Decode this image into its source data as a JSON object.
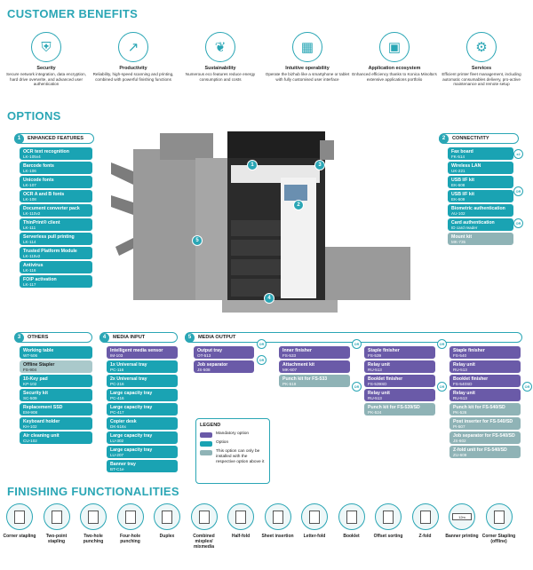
{
  "title_benefits": "CUSTOMER BENEFITS",
  "benefits": [
    {
      "title": "Security",
      "desc": "Secure network integration, data encryption, hard drive overwrite, and advanced user authentication",
      "icon": "shield-icon"
    },
    {
      "title": "Productivity",
      "desc": "Reliability, high-speed scanning and printing, combined with powerful finishing functions",
      "icon": "chart-icon"
    },
    {
      "title": "Sustainability",
      "desc": "Numerous eco features reduce energy consumption and costs",
      "icon": "leaf-icon"
    },
    {
      "title": "Intuitive operability",
      "desc": "Operate the bizhub like a smartphone or tablet with fully customised user interface",
      "icon": "grid-icon"
    },
    {
      "title": "Application ecosystem",
      "desc": "Enhanced efficiency thanks to Konica Minolta's extensive applications portfolio",
      "icon": "apps-icon"
    },
    {
      "title": "Services",
      "desc": "Efficient printer fleet management, including automatic consumables delivery, pro-active maintenance and remote setup",
      "icon": "services-icon"
    }
  ],
  "title_options": "OPTIONS",
  "enhanced": {
    "num": "1",
    "label": "ENHANCED FEATURES",
    "items": [
      {
        "t": "OCR text recognition",
        "c": "LK-105v4"
      },
      {
        "t": "Barcode fonts",
        "c": "LK-106"
      },
      {
        "t": "Unicode fonts",
        "c": "LK-107"
      },
      {
        "t": "OCR A and B fonts",
        "c": "LK-108"
      },
      {
        "t": "Document converter pack",
        "c": "LK-110v2"
      },
      {
        "t": "ThinPrint® client",
        "c": "LK-111"
      },
      {
        "t": "Serverless pull printing",
        "c": "LK-114"
      },
      {
        "t": "Trusted Platform Module",
        "c": "LK-115v2"
      },
      {
        "t": "Antivirus",
        "c": "LK-116"
      },
      {
        "t": "FOIP activation",
        "c": "LK-117"
      }
    ]
  },
  "connectivity": {
    "num": "2",
    "label": "CONNECTIVITY",
    "items": [
      {
        "t": "Fax board",
        "c": "FK-514"
      },
      {
        "t": "Wireless LAN",
        "c": "UK-221"
      },
      {
        "t": "USB I/F kit",
        "c": "EK-608"
      },
      {
        "t": "USB I/F kit",
        "c": "EK-609"
      },
      {
        "t": "Biometric authentication",
        "c": "AU-102"
      },
      {
        "t": "Card authentication",
        "c": "ID card reader"
      },
      {
        "t": "Mount kit",
        "c": "MK-735"
      }
    ],
    "x2": "x2"
  },
  "others": {
    "num": "3",
    "label": "OTHERS",
    "items": [
      {
        "t": "Working table",
        "c": "WT-506"
      },
      {
        "t": "Offline Stapler",
        "c": "FS-904"
      },
      {
        "t": "10-Key pad",
        "c": "KP-102"
      },
      {
        "t": "Security kit",
        "c": "SC-509"
      },
      {
        "t": "Replacement SSD",
        "c": "EM-908"
      },
      {
        "t": "Keyboard holder",
        "c": "KH-102"
      },
      {
        "t": "Air cleaning unit",
        "c": "CU-102"
      }
    ]
  },
  "media_input": {
    "num": "4",
    "label": "MEDIA INPUT",
    "items": [
      {
        "t": "Intelligent media sensor",
        "c": "IM-103"
      },
      {
        "t": "1x Universal tray",
        "c": "PC-116"
      },
      {
        "t": "2x Universal tray",
        "c": "PC-216"
      },
      {
        "t": "Large capacity tray",
        "c": "PC-416"
      },
      {
        "t": "Large capacity tray",
        "c": "PC-417"
      },
      {
        "t": "Copier desk",
        "c": "DK-516x"
      },
      {
        "t": "Large capacity tray",
        "c": "LU-302"
      },
      {
        "t": "Large capacity tray",
        "c": "LU-207"
      },
      {
        "t": "Banner tray",
        "c": "BT-C1e"
      }
    ]
  },
  "media_output": {
    "num": "5",
    "label": "MEDIA OUTPUT",
    "col1": [
      {
        "t": "Output tray",
        "c": "OT-513"
      },
      {
        "t": "Job separator",
        "c": "JS-508"
      }
    ],
    "col2": [
      {
        "t": "Inner finisher",
        "c": "FS-533"
      },
      {
        "t": "Attachment kit",
        "c": "MK-607"
      },
      {
        "t": "Punch kit for FS-533",
        "c": "PK-519"
      }
    ],
    "col3": [
      {
        "t": "Staple finisher",
        "c": "FS-539"
      },
      {
        "t": "Relay unit",
        "c": "RU-513"
      },
      {
        "t": "Booklet finisher",
        "c": "FS-539SD"
      },
      {
        "t": "Relay unit",
        "c": "RU-513"
      },
      {
        "t": "Punch kit for FS-539/SD",
        "c": "PK-524"
      }
    ],
    "col4": [
      {
        "t": "Staple finisher",
        "c": "FS-540"
      },
      {
        "t": "Relay unit",
        "c": "RU-513"
      },
      {
        "t": "Booklet finisher",
        "c": "FS-540SD"
      },
      {
        "t": "Relay unit",
        "c": "RU-513"
      },
      {
        "t": "Punch kit for FS-540/SD",
        "c": "PK-526"
      },
      {
        "t": "Post inserter for FS-540/SD",
        "c": "PI-507"
      },
      {
        "t": "Job separator for FS-540/SD",
        "c": "JS-602"
      },
      {
        "t": "Z-fold unit for FS-540/SD",
        "c": "ZU-609"
      }
    ]
  },
  "or_label": "OR",
  "legend": {
    "title": "LEGEND",
    "mandatory": "Mandatory option",
    "option": "Option",
    "dependent": "This option can only be installed with the respective option above it"
  },
  "title_finishing": "FINISHING FUNCTIONALITIES",
  "finishing": [
    "Corner stapling",
    "Two-point stapling",
    "Two-hole punching",
    "Four-hole punching",
    "Duplex",
    "Combined mixplex/ mixmedia",
    "Half-fold",
    "Sheet insertion",
    "Letter-fold",
    "Booklet",
    "Offset sorting",
    "Z-fold",
    "Banner printing",
    "Corner Stapling (offline)"
  ],
  "banner_label": "12m",
  "colors": {
    "accent": "#2aa6b5",
    "mandatory": "#6a5aa8",
    "option": "#1aa3b3",
    "dependent": "#8fb3b6"
  }
}
